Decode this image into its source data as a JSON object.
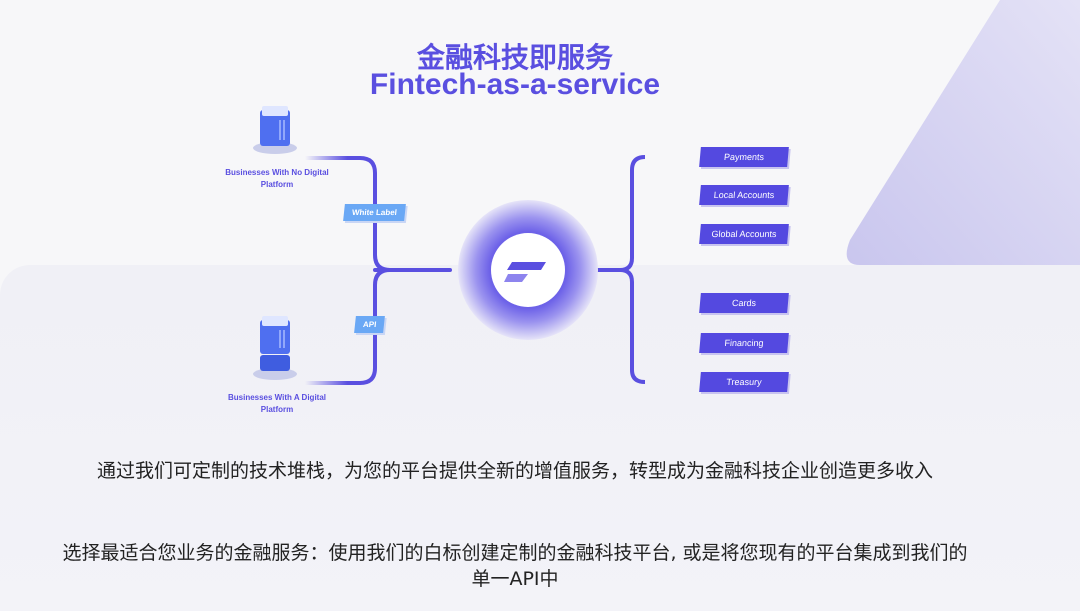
{
  "title": {
    "zh": "金融科技即服务",
    "en": "Fintech-as-a-service"
  },
  "diagram": {
    "sources": [
      {
        "label": "Businesses With No Digital Platform",
        "connector": "White Label"
      },
      {
        "label": "Businesses With A Digital Platform",
        "connector": "API"
      }
    ],
    "services": [
      "Payments",
      "Local Accounts",
      "Global Accounts",
      "Cards",
      "Financing",
      "Treasury"
    ]
  },
  "paragraphs": [
    "通过我们可定制的技术堆栈，为您的平台提供全新的增值服务，转型成为金融科技企业创造更多收入",
    "选择最适合您业务的金融服务：使用我们的白标创建定制的金融科技平台, 或是将您现有的平台集成到我们的单一API中"
  ],
  "colors": {
    "accent": "#5a4fe0",
    "tag": "#6aa8f5"
  }
}
